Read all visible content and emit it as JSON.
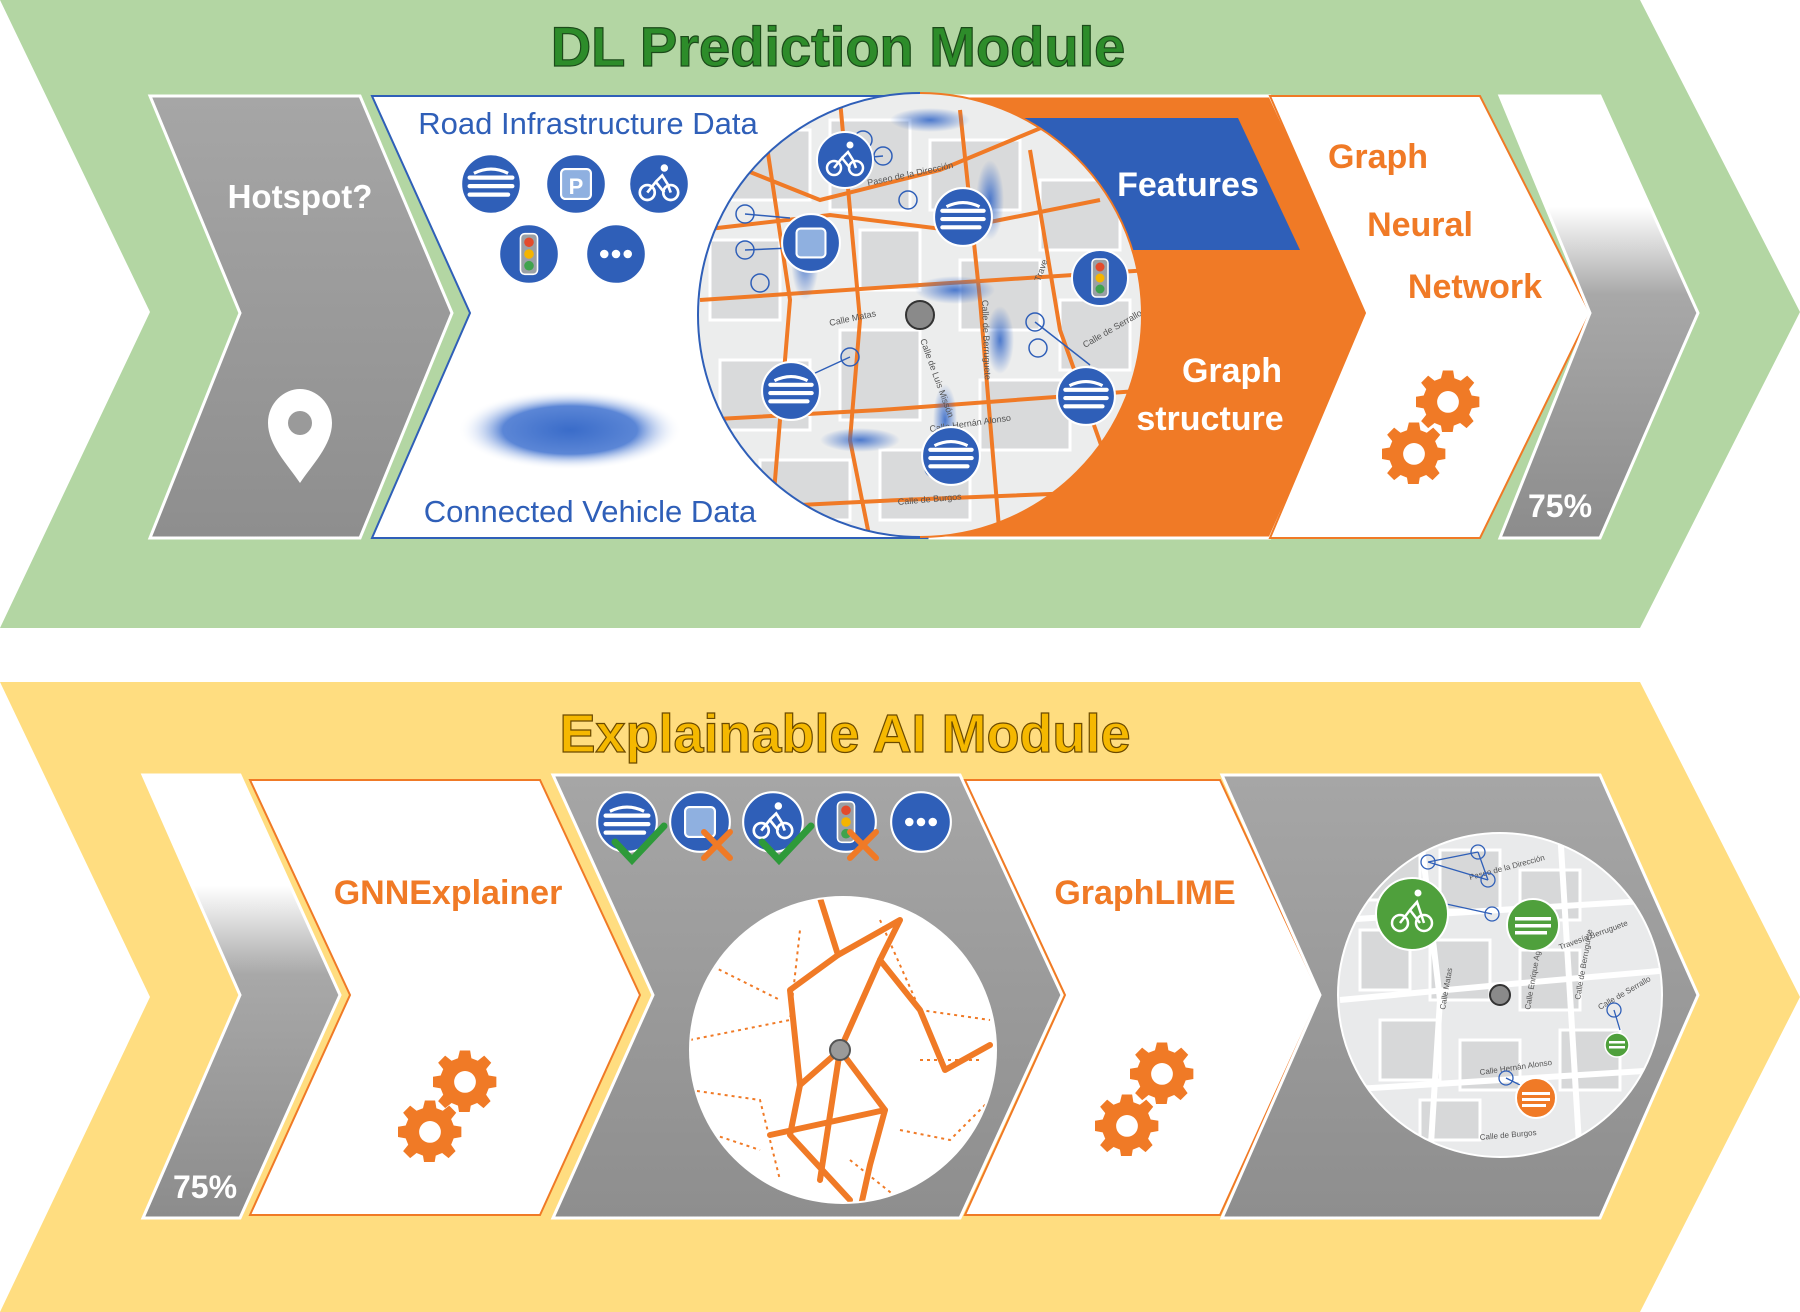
{
  "colors": {
    "green_band": "#b3d6a3",
    "green_title": "#2d8c2a",
    "yellow_band": "#ffdd80",
    "yellow_title": "#f5b800",
    "orange": "#f07a26",
    "blue": "#2f5fb8",
    "gray": "#9a9a9a",
    "check_green": "#2e9a3a",
    "node_green": "#4fa03c"
  },
  "dl_module": {
    "title": "DL Prediction Module",
    "hotspot_label": "Hotspot?",
    "hotspot_icon": "map-pin-icon",
    "road_data_label": "Road Infrastructure Data",
    "vehicle_data_label": "Connected Vehicle Data",
    "road_icons": [
      "speed-bump-icon",
      "parking-icon",
      "bicycle-icon",
      "traffic-light-icon",
      "more-icon"
    ],
    "parking_letter": "P",
    "features_label": "Features",
    "graph_structure_line1": "Graph",
    "graph_structure_line2": "structure",
    "gnn_line1": "Graph",
    "gnn_line2": "Neural",
    "gnn_line3": "Network",
    "gnn_icon": "gears-icon",
    "output_percent": "75%",
    "map_streets": [
      "Paseo de la Dirección",
      "Calle Matas",
      "Calle de Luis Missón",
      "Calle Hernán Alonso",
      "Calle de Berruguete",
      "Calle de Serrallo",
      "Calle de Burgos",
      "Trave"
    ]
  },
  "xai_module": {
    "title": "Explainable AI Module",
    "input_percent": "75%",
    "gnnexplainer_label": "GNNExplainer",
    "graphlime_label": "GraphLIME",
    "gears_icon": "gears-icon",
    "feature_results": [
      {
        "icon": "speed-bump-icon",
        "result": "check-icon"
      },
      {
        "icon": "parking-icon",
        "result": "cross-icon"
      },
      {
        "icon": "bicycle-icon",
        "result": "check-icon"
      },
      {
        "icon": "traffic-light-icon",
        "result": "cross-icon"
      },
      {
        "icon": "more-icon",
        "result": "none"
      }
    ],
    "map_streets": [
      "Paseo de la Dirección",
      "Calle Matas",
      "Calle Enrique Aguilar",
      "Calle de Berruguete",
      "Calle de Serrallo",
      "Calle Hernán Alonso",
      "Calle de Burgos",
      "Travesía Berruguete"
    ]
  }
}
